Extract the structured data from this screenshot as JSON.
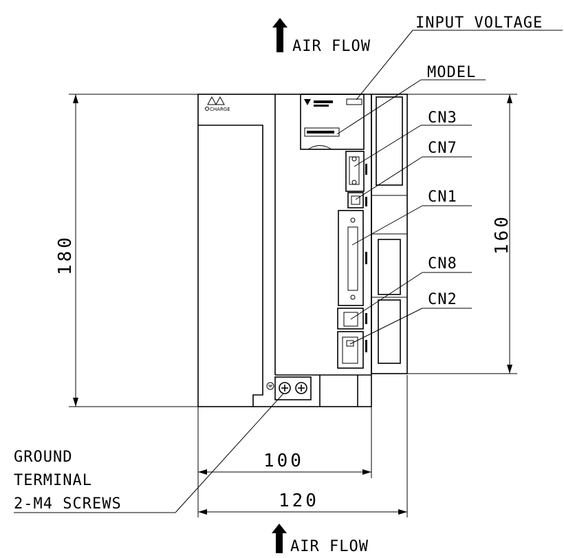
{
  "labels": {
    "air_flow_top": "AIR FLOW",
    "air_flow_bottom": "AIR FLOW",
    "input_voltage": "INPUT VOLTAGE",
    "model": "MODEL",
    "cn3": "CN3",
    "cn7": "CN7",
    "cn1": "CN1",
    "cn8": "CN8",
    "cn2": "CN2",
    "ground_line1": "GROUND",
    "ground_line2": "TERMINAL",
    "ground_line3": "2-M4 SCREWS",
    "charge": "CHARGE"
  },
  "dimensions": {
    "height_total": "180",
    "height_heatsink": "160",
    "width_body": "100",
    "width_total": "120"
  },
  "icons": [
    "air-flow-arrow-icon",
    "warning-triangle-icon",
    "ground-symbol-icon",
    "screw-terminal-icon"
  ]
}
